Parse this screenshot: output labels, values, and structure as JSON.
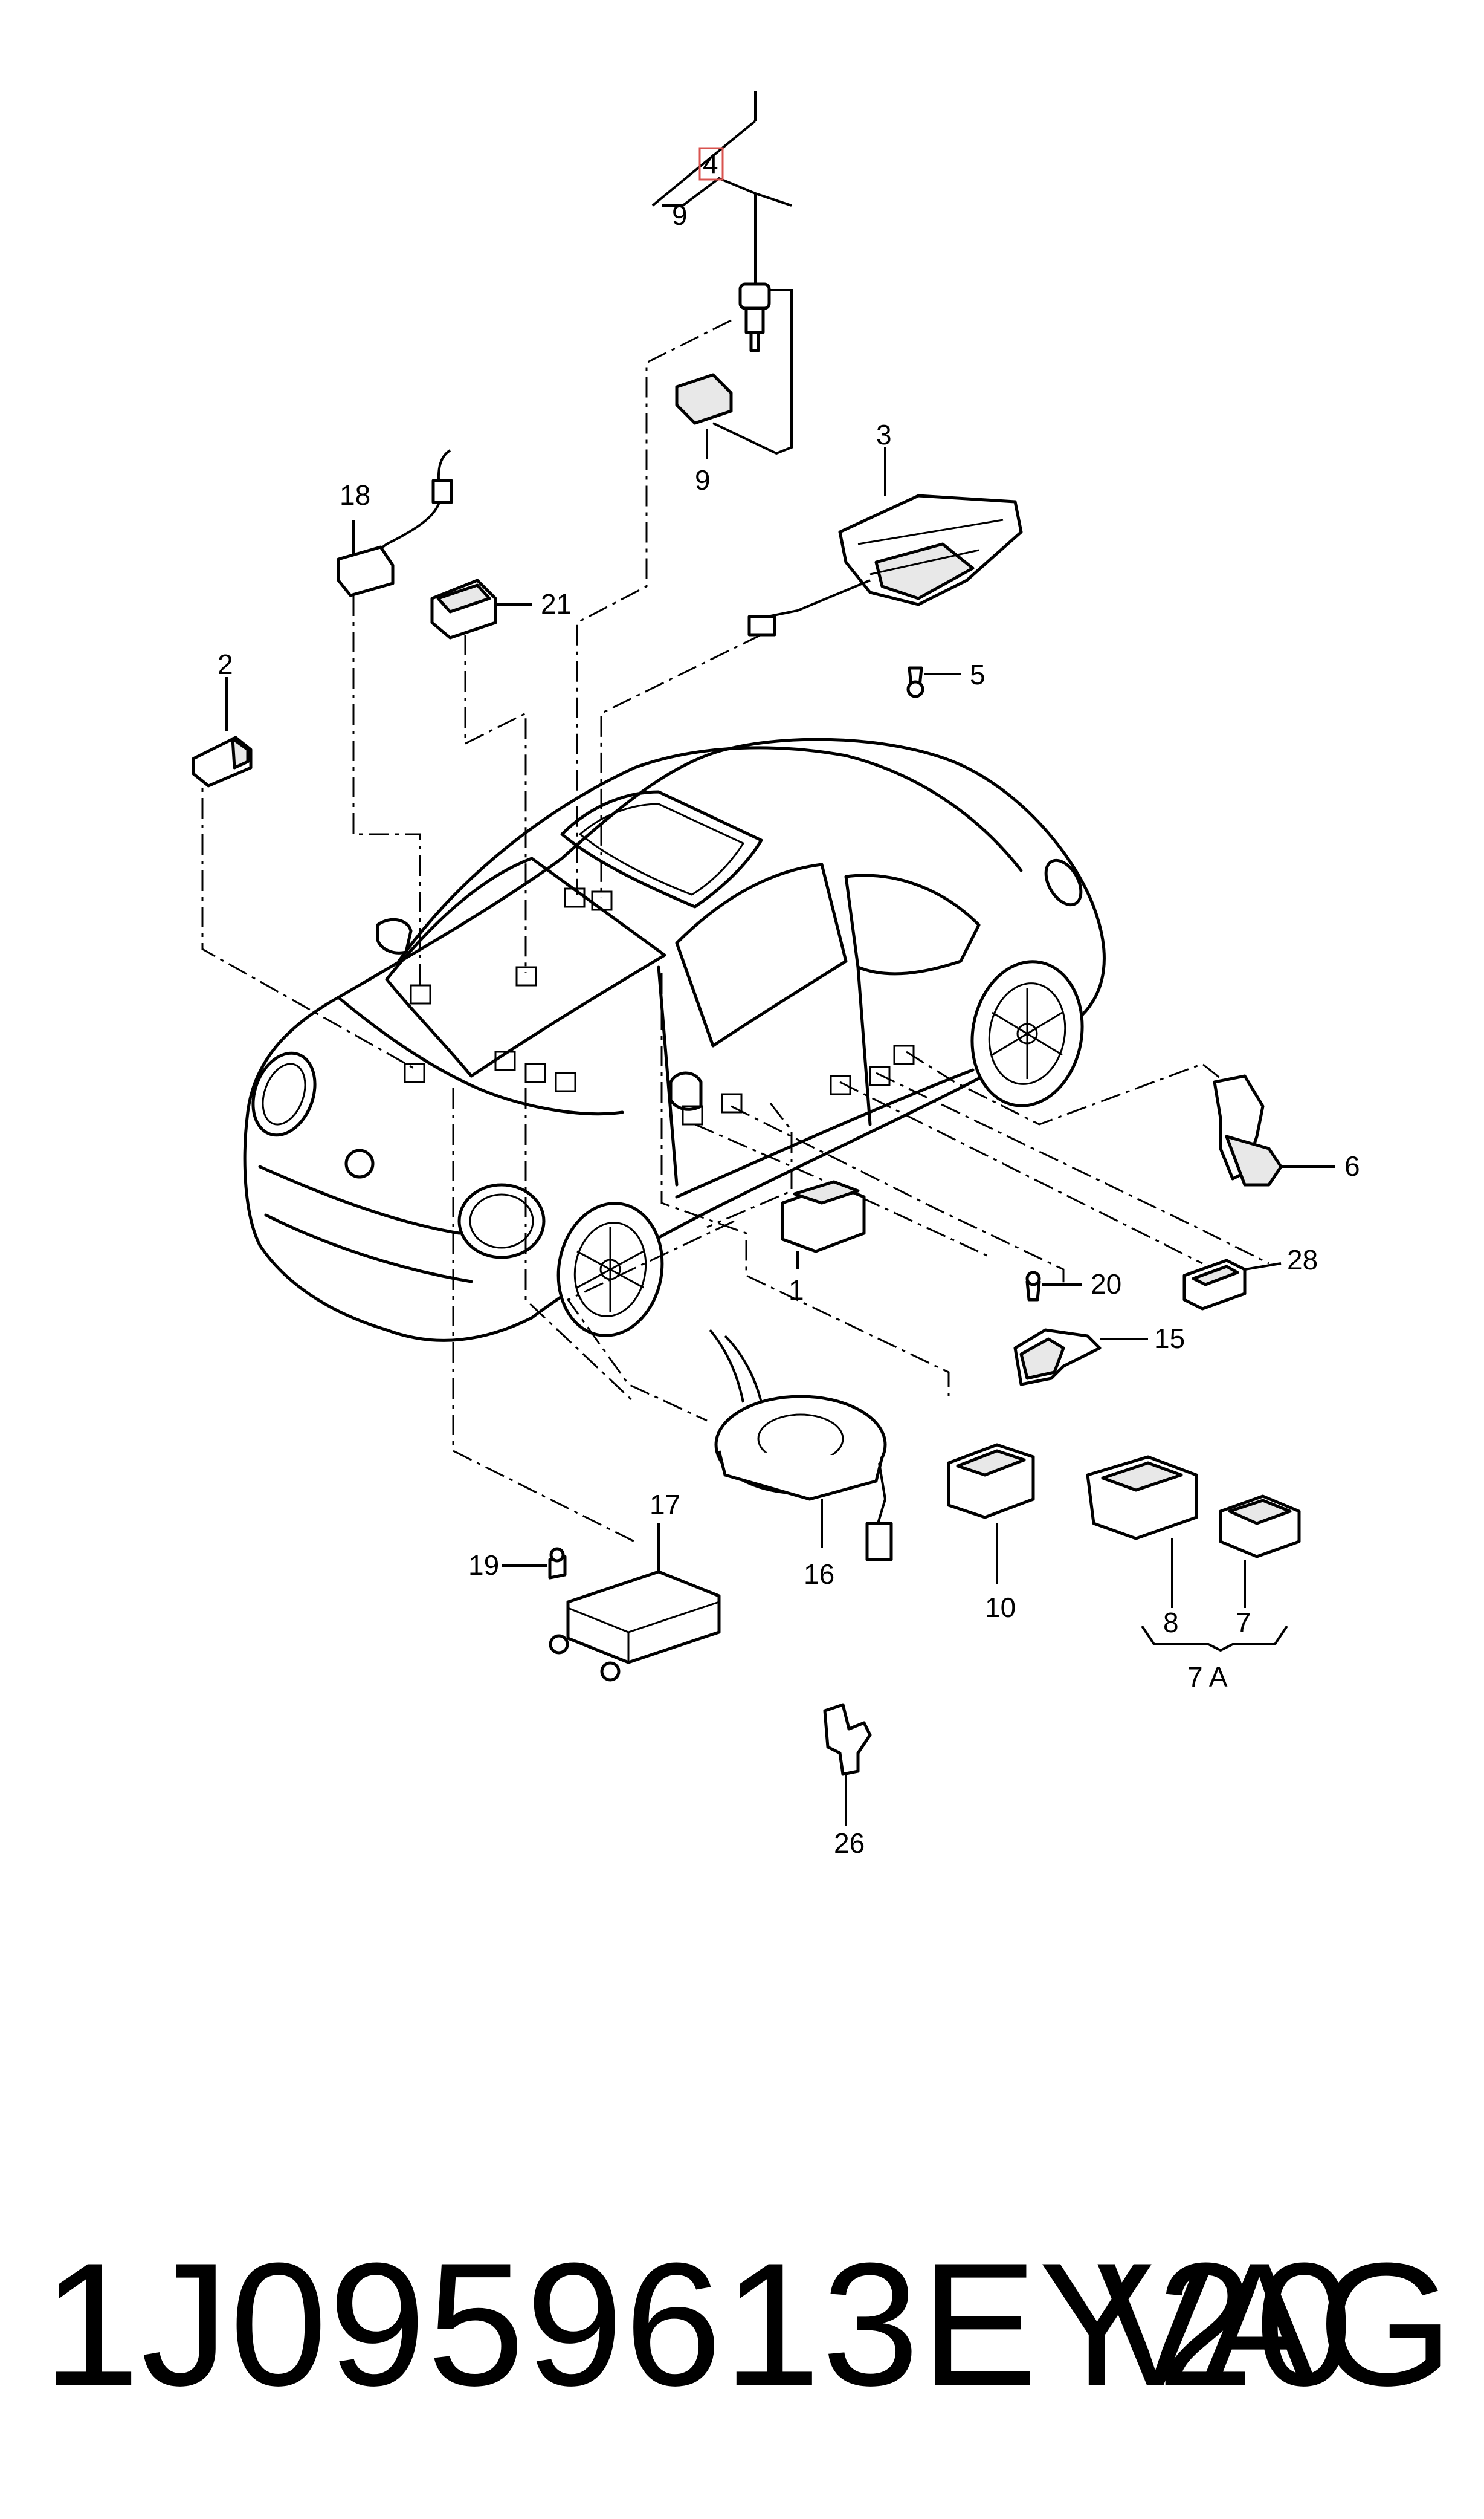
{
  "diagram": {
    "callouts": {
      "c1": "1",
      "c2": "2",
      "c3": "3",
      "c4": "4",
      "c5": "5",
      "c6": "6",
      "c7": "7",
      "c7a": "7 A",
      "c8": "8",
      "c9a": "9",
      "c9b": "9",
      "c10": "10",
      "c15": "15",
      "c16": "16",
      "c17": "17",
      "c18": "18",
      "c19": "19",
      "c20": "20",
      "c21": "21",
      "c26": "26",
      "c28": "28"
    },
    "highlight_color": "#d9534f"
  },
  "footer": {
    "part_number": "1J0959613EY20",
    "brand": "VAG"
  }
}
